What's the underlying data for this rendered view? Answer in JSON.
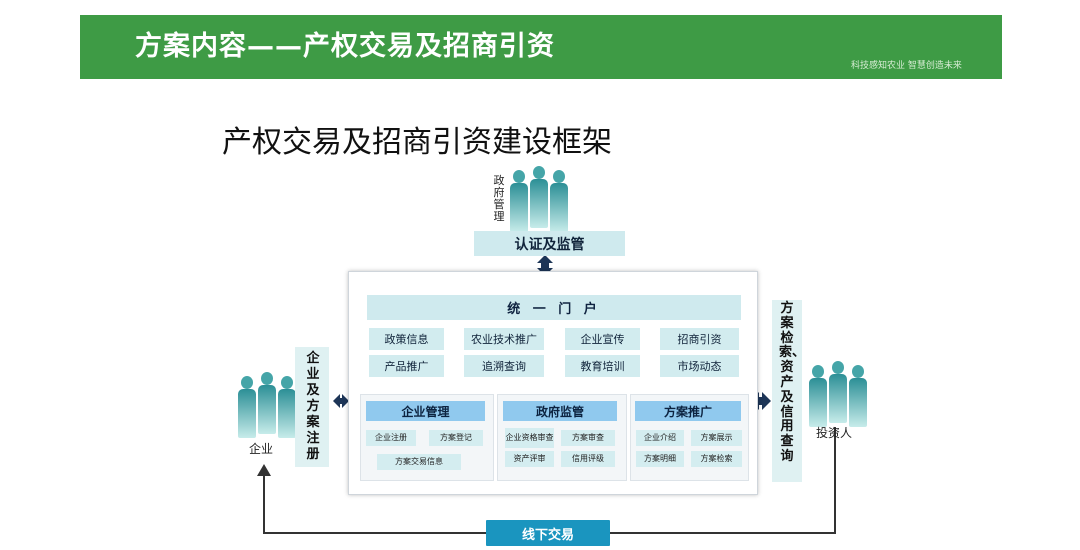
{
  "header": {
    "title": "方案内容——产权交易及招商引资",
    "slogan": "科技感知农业 智慧创造未来"
  },
  "framework_title": "产权交易及招商引资建设框架",
  "actors": {
    "government": "政府管理",
    "enterprise": "企业",
    "investor": "投资人"
  },
  "certification": "认证及监管",
  "portal": {
    "title": "统 一 门 户",
    "modules": [
      "政策信息",
      "农业技术推广",
      "企业宣传",
      "招商引资",
      "产品推广",
      "追溯查询",
      "教育培训",
      "市场动态"
    ]
  },
  "subsystems": [
    {
      "title": "企业管理",
      "items": [
        "企业注册",
        "方案登记",
        "方案交易信息"
      ]
    },
    {
      "title": "政府监管",
      "items": [
        "企业资格审查",
        "方案审查",
        "资产评审",
        "信用评级"
      ]
    },
    {
      "title": "方案推广",
      "items": [
        "企业介绍",
        "方案展示",
        "方案明细",
        "方案检索"
      ]
    }
  ],
  "side_left": "企业及方案注册",
  "side_right": "方案检索、资产及信用查询",
  "offline": "线下交易",
  "colors": {
    "banner_green": "#3e9b45",
    "light_teal": "#cfeaee",
    "sub_header_blue": "#90c9ee",
    "arrow_navy": "#1d3557",
    "offline_blue": "#1a95bf"
  }
}
